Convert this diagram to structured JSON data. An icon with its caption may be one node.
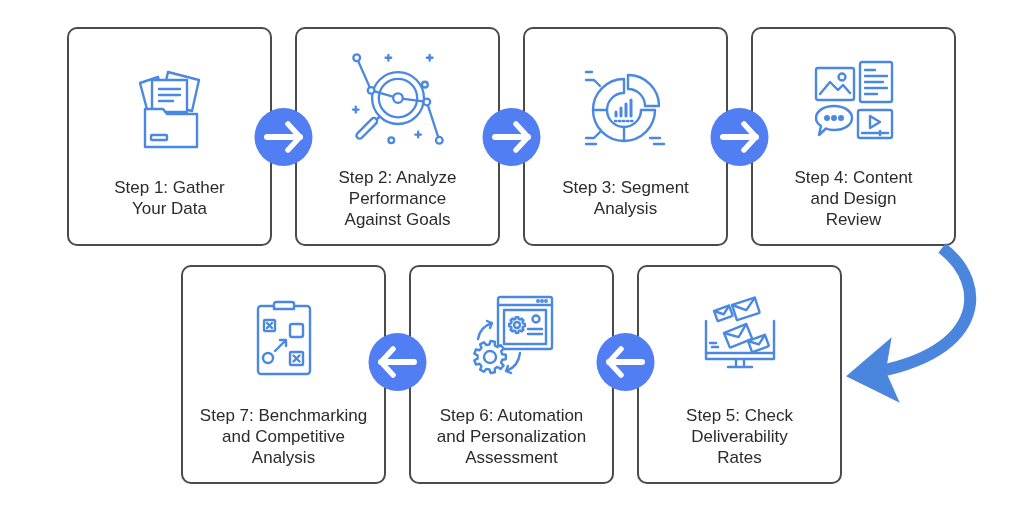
{
  "diagram": {
    "nodes": [
      {
        "text": [
          "Step 1: Gather Your Data"
        ]
      },
      {
        "text": [
          "Step 2: Analyze Performance Against Goals"
        ]
      },
      {
        "text": [
          "Step 3: Segment Analysis"
        ]
      },
      {
        "text": [
          "Step 4: Content and Design Review"
        ]
      },
      {
        "text": [
          "Step 5: Check Deliverability Rates"
        ]
      },
      {
        "text": [
          "Step 6: Automation and Personalization Assessment"
        ]
      },
      {
        "text": [
          "Step 7: Benchmarking and Competitive Analysis"
        ]
      }
    ],
    "edges": [
      {
        "from": 0,
        "to": 1,
        "arrow": "to"
      },
      {
        "from": 1,
        "to": 2,
        "arrow": "to"
      },
      {
        "from": 2,
        "to": 3,
        "arrow": "to"
      },
      {
        "from": 3,
        "to": 4,
        "arrow": "to",
        "style": "thick",
        "color": "#4a86dd"
      },
      {
        "from": 4,
        "to": 5,
        "arrow": "to"
      },
      {
        "from": 5,
        "to": 6,
        "arrow": "to"
      }
    ]
  }
}
